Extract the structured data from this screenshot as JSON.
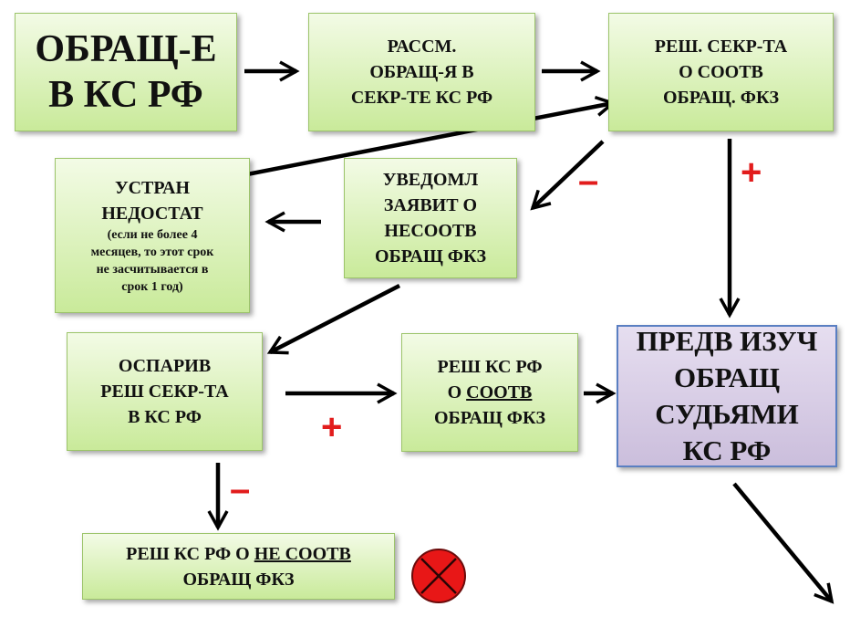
{
  "box1": {
    "l1": "ОБРАЩ-Е",
    "l2": "В КС РФ"
  },
  "box2": {
    "l1": "РАССМ.",
    "l2": "ОБРАЩ-Я В",
    "l3": "СЕКР-ТЕ КС РФ"
  },
  "box3": {
    "l1": "РЕШ. СЕКР-ТА",
    "l2": "О СООТВ",
    "l3": "ОБРАЩ. ФКЗ"
  },
  "box4": {
    "l1": "УСТРАН",
    "l2": "НЕДОСТАТ",
    "n1": "(если не более 4",
    "n2": "месяцев, то этот срок",
    "n3": "не засчитывается в",
    "n4": "срок 1 год)"
  },
  "box5": {
    "l1": "УВЕДОМЛ",
    "l2": "ЗАЯВИТ О",
    "l3": "НЕСООТВ",
    "l4": "ОБРАЩ ФКЗ"
  },
  "box6": {
    "l1": "ОСПАРИВ",
    "l2": "РЕШ СЕКР-ТА",
    "l3": "В КС РФ"
  },
  "box7": {
    "l1": "РЕШ КС РФ",
    "l2a": "О ",
    "l2b": "СООТВ",
    "l3": "ОБРАЩ ФКЗ"
  },
  "box8": {
    "l1": "ПРЕДВ ИЗУЧ",
    "l2": "ОБРАЩ",
    "l3": "СУДЬЯМИ",
    "l4": "КС РФ"
  },
  "box9": {
    "l1a": "РЕШ КС РФ О ",
    "l1b": "НЕ СООТВ",
    "l2": "ОБРАЩ ФКЗ"
  },
  "signs": {
    "plus": "+",
    "minus": "–"
  },
  "colors": {
    "box_green": "#c9ea9a",
    "box_purple": "#cbbedc",
    "sign_red": "#e21c1c",
    "stop_red": "#e81717"
  },
  "icons": {
    "stop": "stop-cross-icon"
  }
}
